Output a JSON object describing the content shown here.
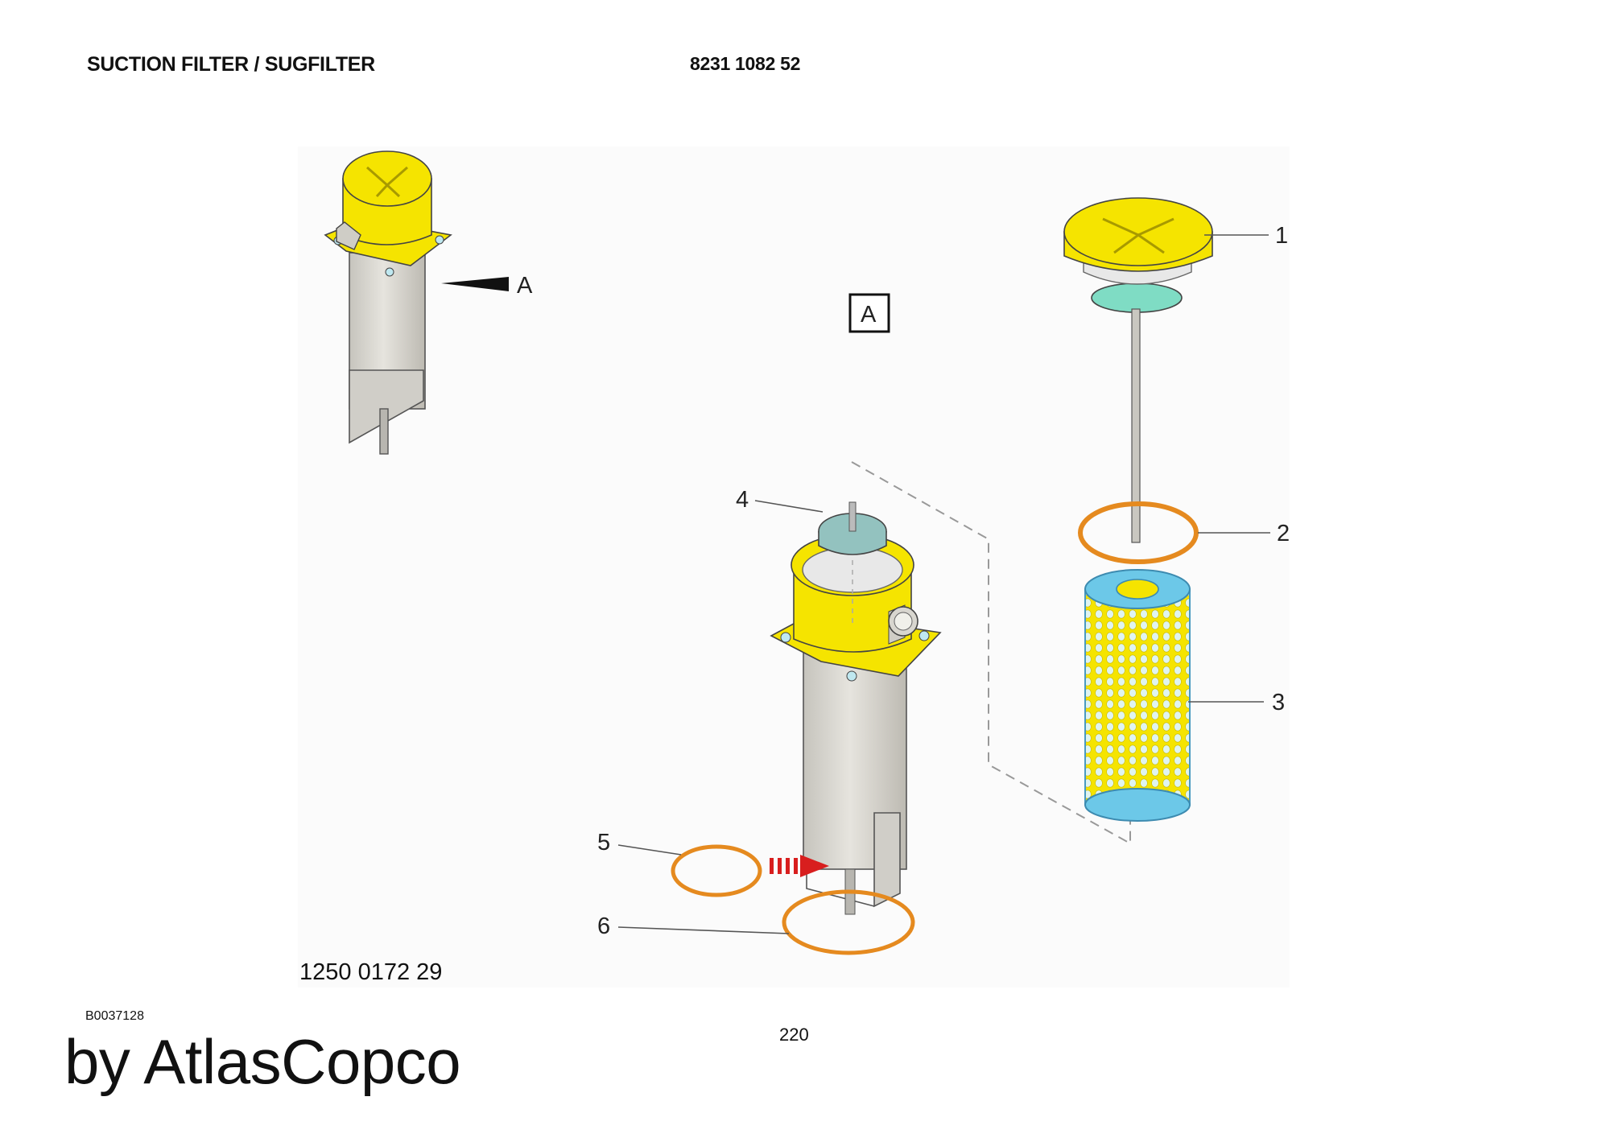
{
  "header": {
    "title": "SUCTION FILTER / SUGFILTER",
    "document_number": "8231 1082 52"
  },
  "drawing": {
    "view_label": "A",
    "overview_arrow_label": "A",
    "callouts": [
      "1",
      "2",
      "3",
      "4",
      "5",
      "6"
    ],
    "part_number": "1250 0172 29",
    "image_code": "B0037128",
    "colors": {
      "housing_yellow": "#f5e400",
      "body_grey": "#d8d6cf",
      "seal_green": "#7fdcc4",
      "oring_orange": "#e58a1f",
      "filter_blue": "#6cc8e8",
      "red_arrow": "#d81e1e"
    }
  },
  "footer": {
    "page_number": "220",
    "watermark": "by AtlasCopco"
  }
}
